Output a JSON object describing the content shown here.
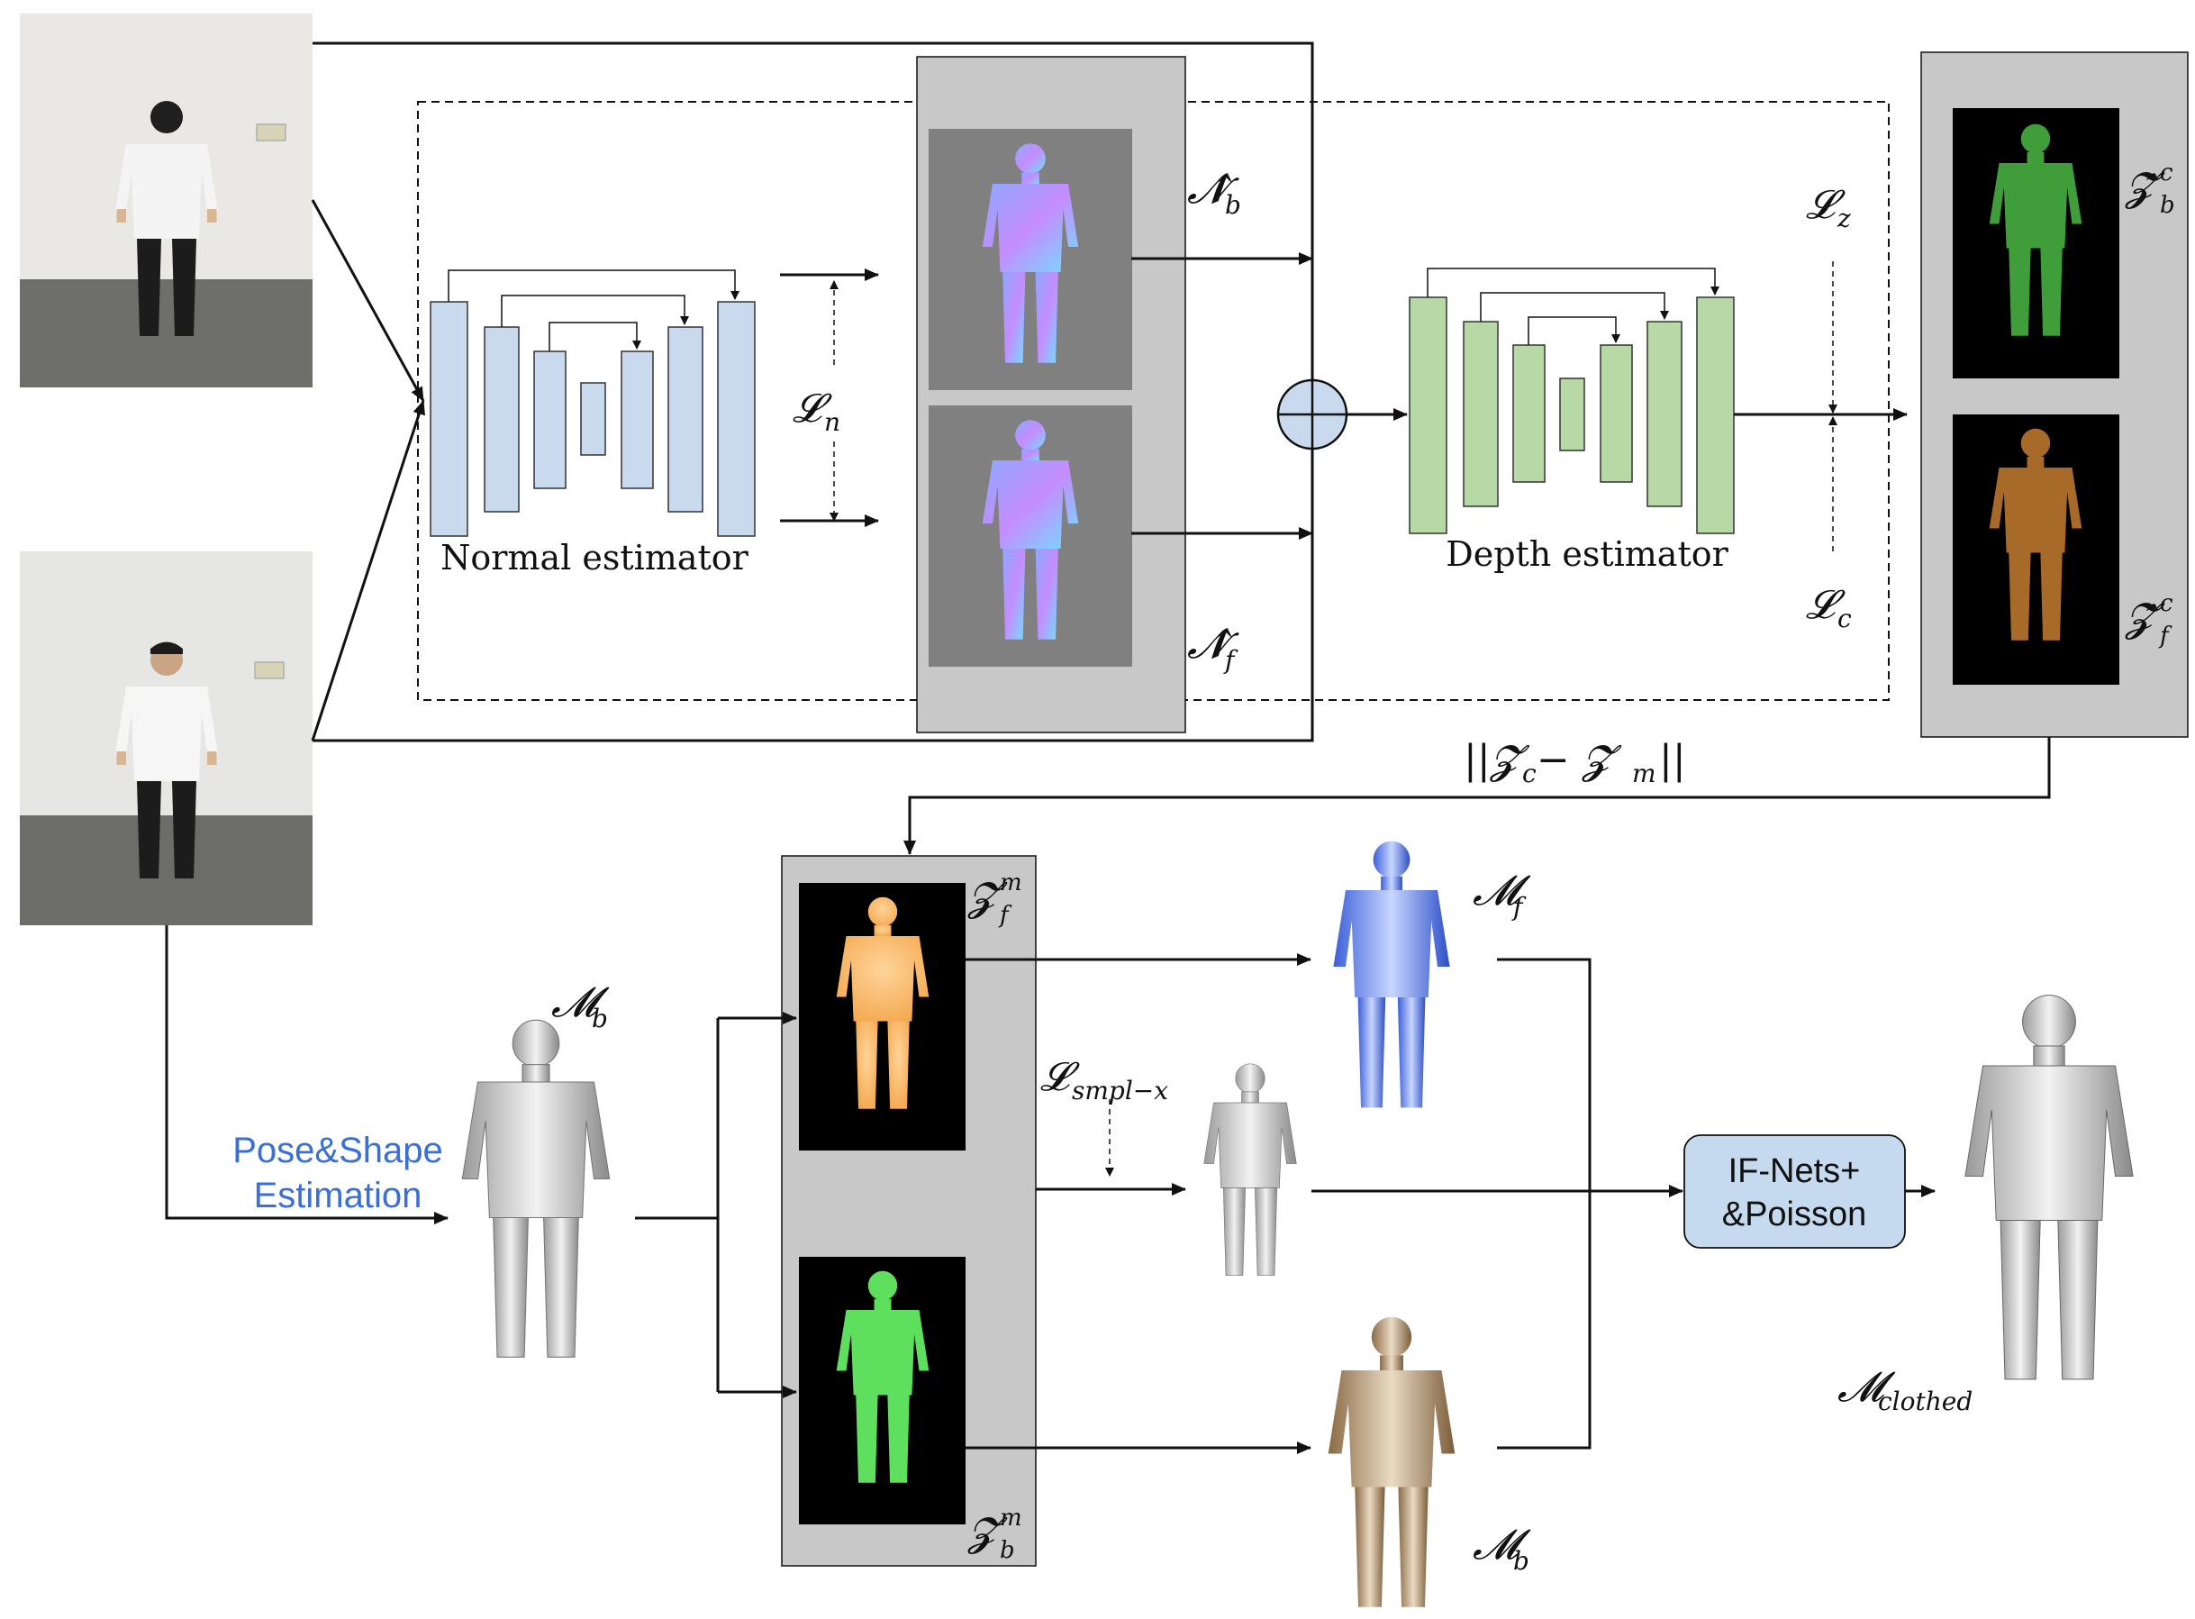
{
  "labels": {
    "normal_estimator": "Normal estimator",
    "depth_estimator": "Depth estimator",
    "loss_normal": "𝓛",
    "loss_normal_sub": "n",
    "loss_depth": "𝓛",
    "loss_depth_sub": "z",
    "loss_color": "𝓛",
    "loss_color_sub": "c",
    "normal_back": "𝓝̂",
    "normal_back_sub": "b",
    "normal_front": "𝓝̂",
    "normal_front_sub": "f",
    "depth_back_hat": "𝓩̂",
    "depth_back_hat_sup": "c",
    "depth_back_hat_sub": "b",
    "depth_front_hat": "𝓩̂",
    "depth_front_hat_sup": "c",
    "depth_front_hat_sub": "f",
    "depth_diff": "||𝓩",
    "depth_diff_c": "c",
    "depth_diff_minus": " − 𝓩",
    "depth_diff_m": "m",
    "depth_diff_end": "||",
    "zf_m": "𝓩",
    "zf_m_sup": "m",
    "zf_m_sub": "f",
    "zb_m": "𝓩",
    "zb_m_sup": "m",
    "zb_m_sub": "b",
    "mesh_b_left": "𝓜",
    "mesh_b_left_sub": "b",
    "mesh_f": "𝓜",
    "mesh_f_sub": "f",
    "mesh_b_right": "𝓜",
    "mesh_b_right_sub": "b",
    "mesh_clothed": "𝓜",
    "mesh_clothed_sub": "clothed",
    "loss_smplx": "𝓛",
    "loss_smplx_sub": "smpl−x",
    "pose_shape_line1": "Pose&Shape",
    "pose_shape_line2": "Estimation",
    "ifnets_line1": "IF-Nets+",
    "ifnets_line2": "&Poisson"
  },
  "colors": {
    "normal_net": "#c9d9ee",
    "depth_net": "#b6d9a6",
    "panel_gray": "#c8c8c8",
    "ifnets_box": "#c5d9ef",
    "pose_text": "#3a6fd8"
  }
}
